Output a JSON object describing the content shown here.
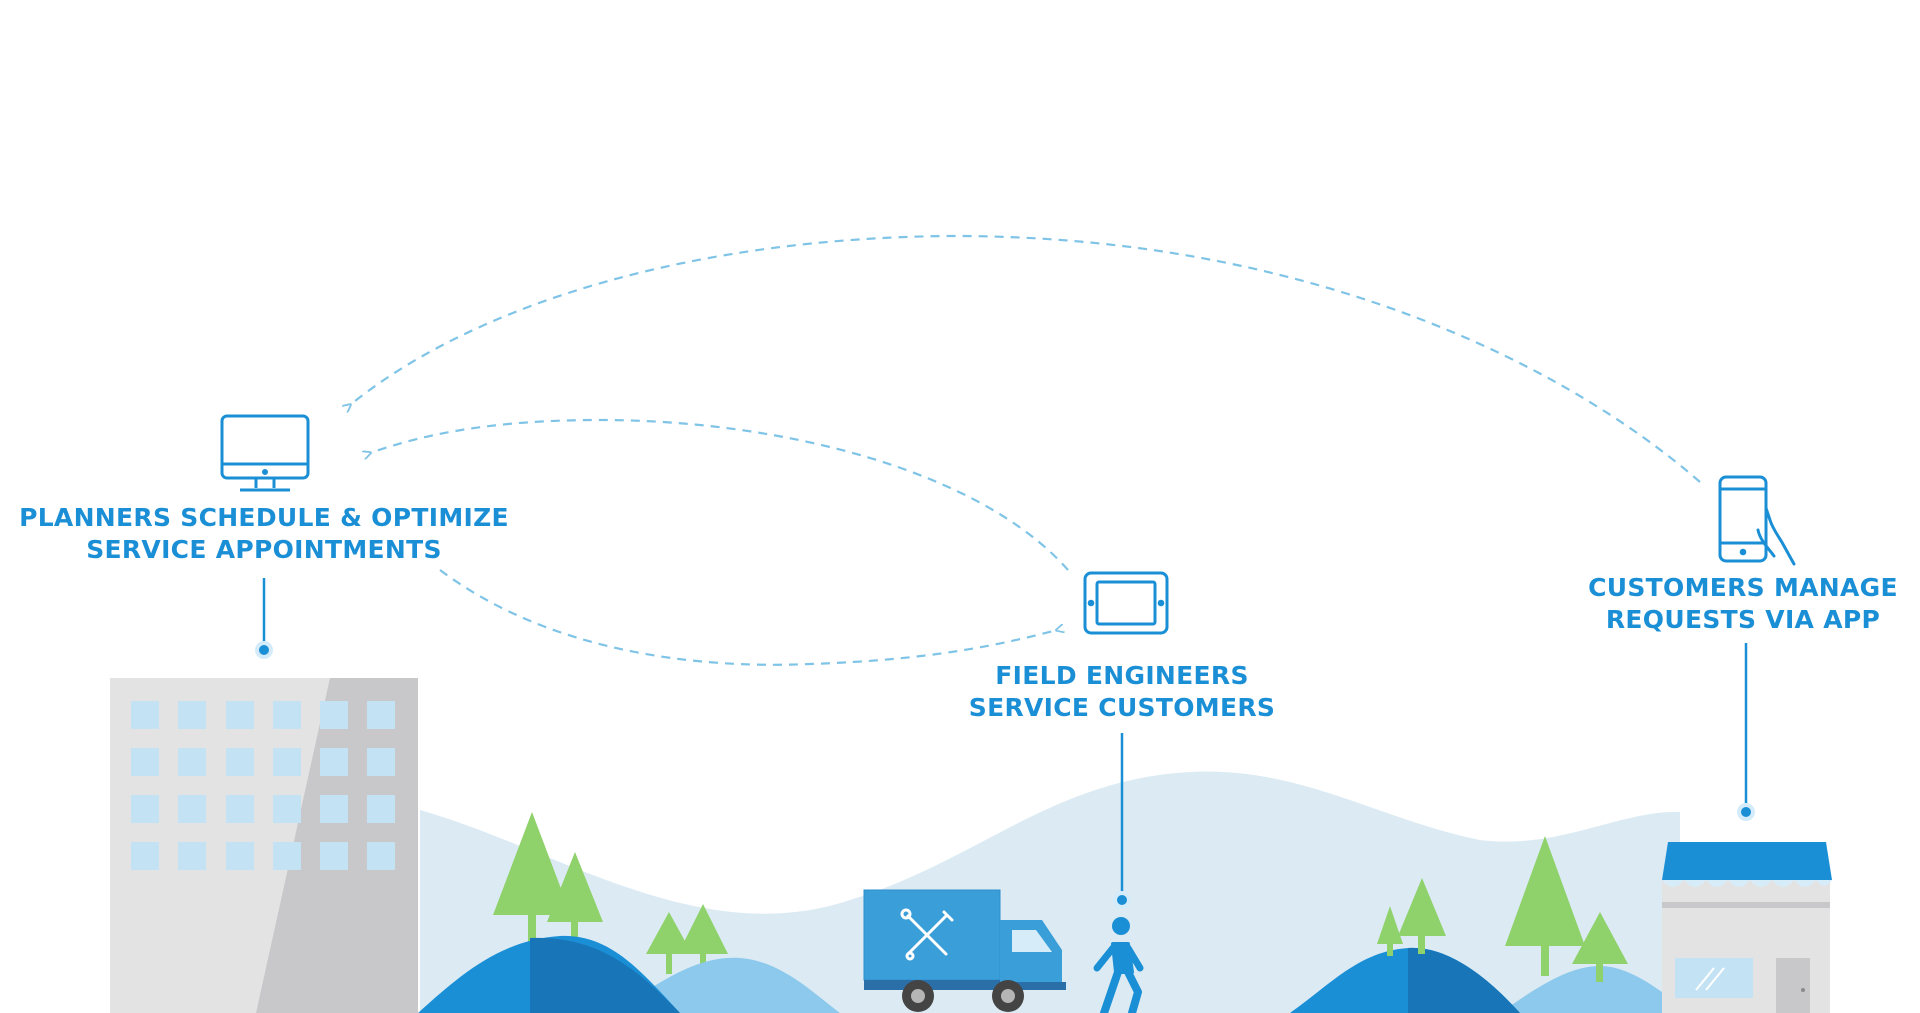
{
  "colors": {
    "accent": "#1b8fd6",
    "dashed_arrow": "#7fc4e6",
    "building_gray": "#e3e3e3",
    "window_blue": "#c3e3f5",
    "tree_green": "#8fd16b",
    "hill_light": "#dcebf3",
    "hill_blue": "#1b8fd6",
    "hill_dark": "#1876b8",
    "truck_blue": "#3a9fd8"
  },
  "nodes": {
    "planners": {
      "icon": "desktop-monitor-icon",
      "line1": "PLANNERS SCHEDULE & OPTIMIZE",
      "line2": "SERVICE APPOINTMENTS"
    },
    "engineers": {
      "icon": "tablet-icon",
      "line1": "FIELD ENGINEERS",
      "line2": "SERVICE CUSTOMERS"
    },
    "customers": {
      "icon": "smartphone-hand-icon",
      "line1": "CUSTOMERS MANAGE",
      "line2": "REQUESTS VIA APP"
    }
  },
  "illustration": {
    "left": "office-building",
    "center": "service-truck-and-walking-engineer",
    "right": "storefront-shop",
    "truck_emblem": "wrench-screwdriver-icon"
  }
}
